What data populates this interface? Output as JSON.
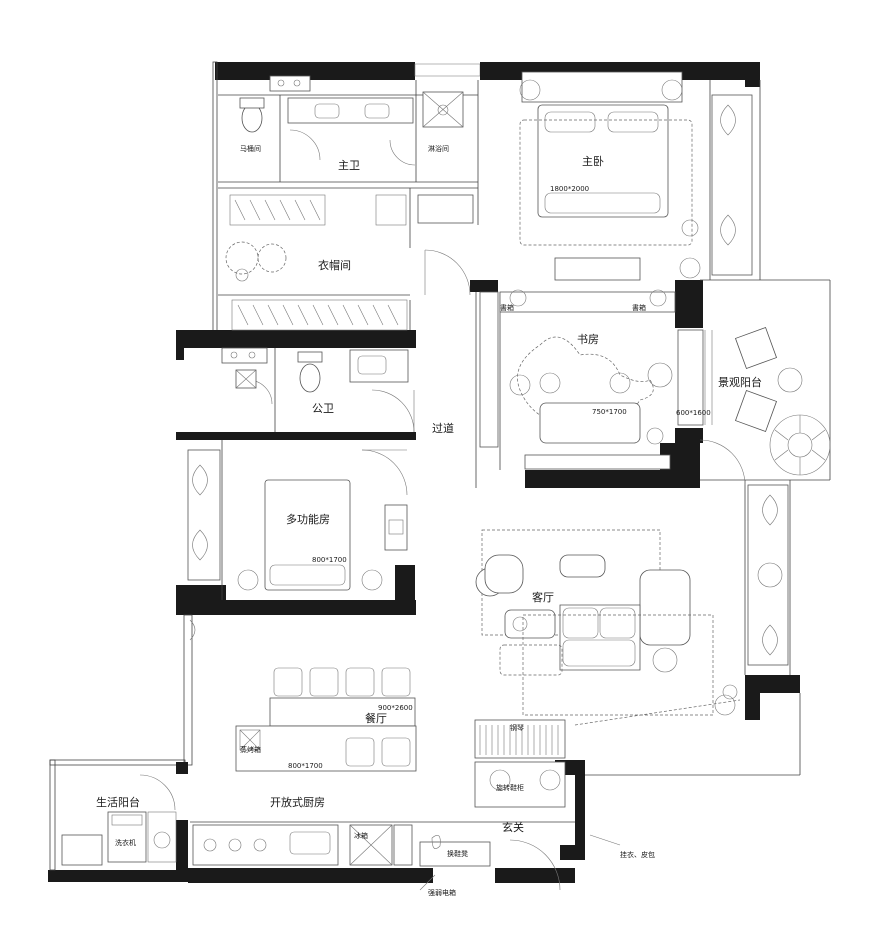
{
  "rooms": {
    "master_bath": "主卫",
    "toilet_room": "马桶间",
    "shower_room": "淋浴间",
    "master_bedroom": "主卧",
    "master_bed_size": "1800*2000",
    "walk_in_closet": "衣帽间",
    "study": "书房",
    "study_item_size": "750*1700",
    "bookcase_left": "書箱",
    "bookcase_right": "書箱",
    "scenic_balcony": "景观阳台",
    "balcony_item_size": "600*1600",
    "public_bath": "公卫",
    "hallway": "过道",
    "multi_room": "多功能房",
    "multi_bed_size": "800*1700",
    "living_room": "客厅",
    "dining_room": "餐厅",
    "dining_table_size": "900*2600",
    "island_size": "800*1700",
    "kitchen": "开放式厨房",
    "steam_oven": "蒸烤箱",
    "service_balcony": "生活阳台",
    "washer": "洗衣机",
    "fridge": "冰箱",
    "piano": "钢琴",
    "rotating_shoe_cabinet": "旋转鞋柜",
    "entrance": "玄关",
    "shoe_bench": "换鞋凳",
    "coat_note": "挂衣、皮包",
    "power_box": "强弱电箱"
  }
}
